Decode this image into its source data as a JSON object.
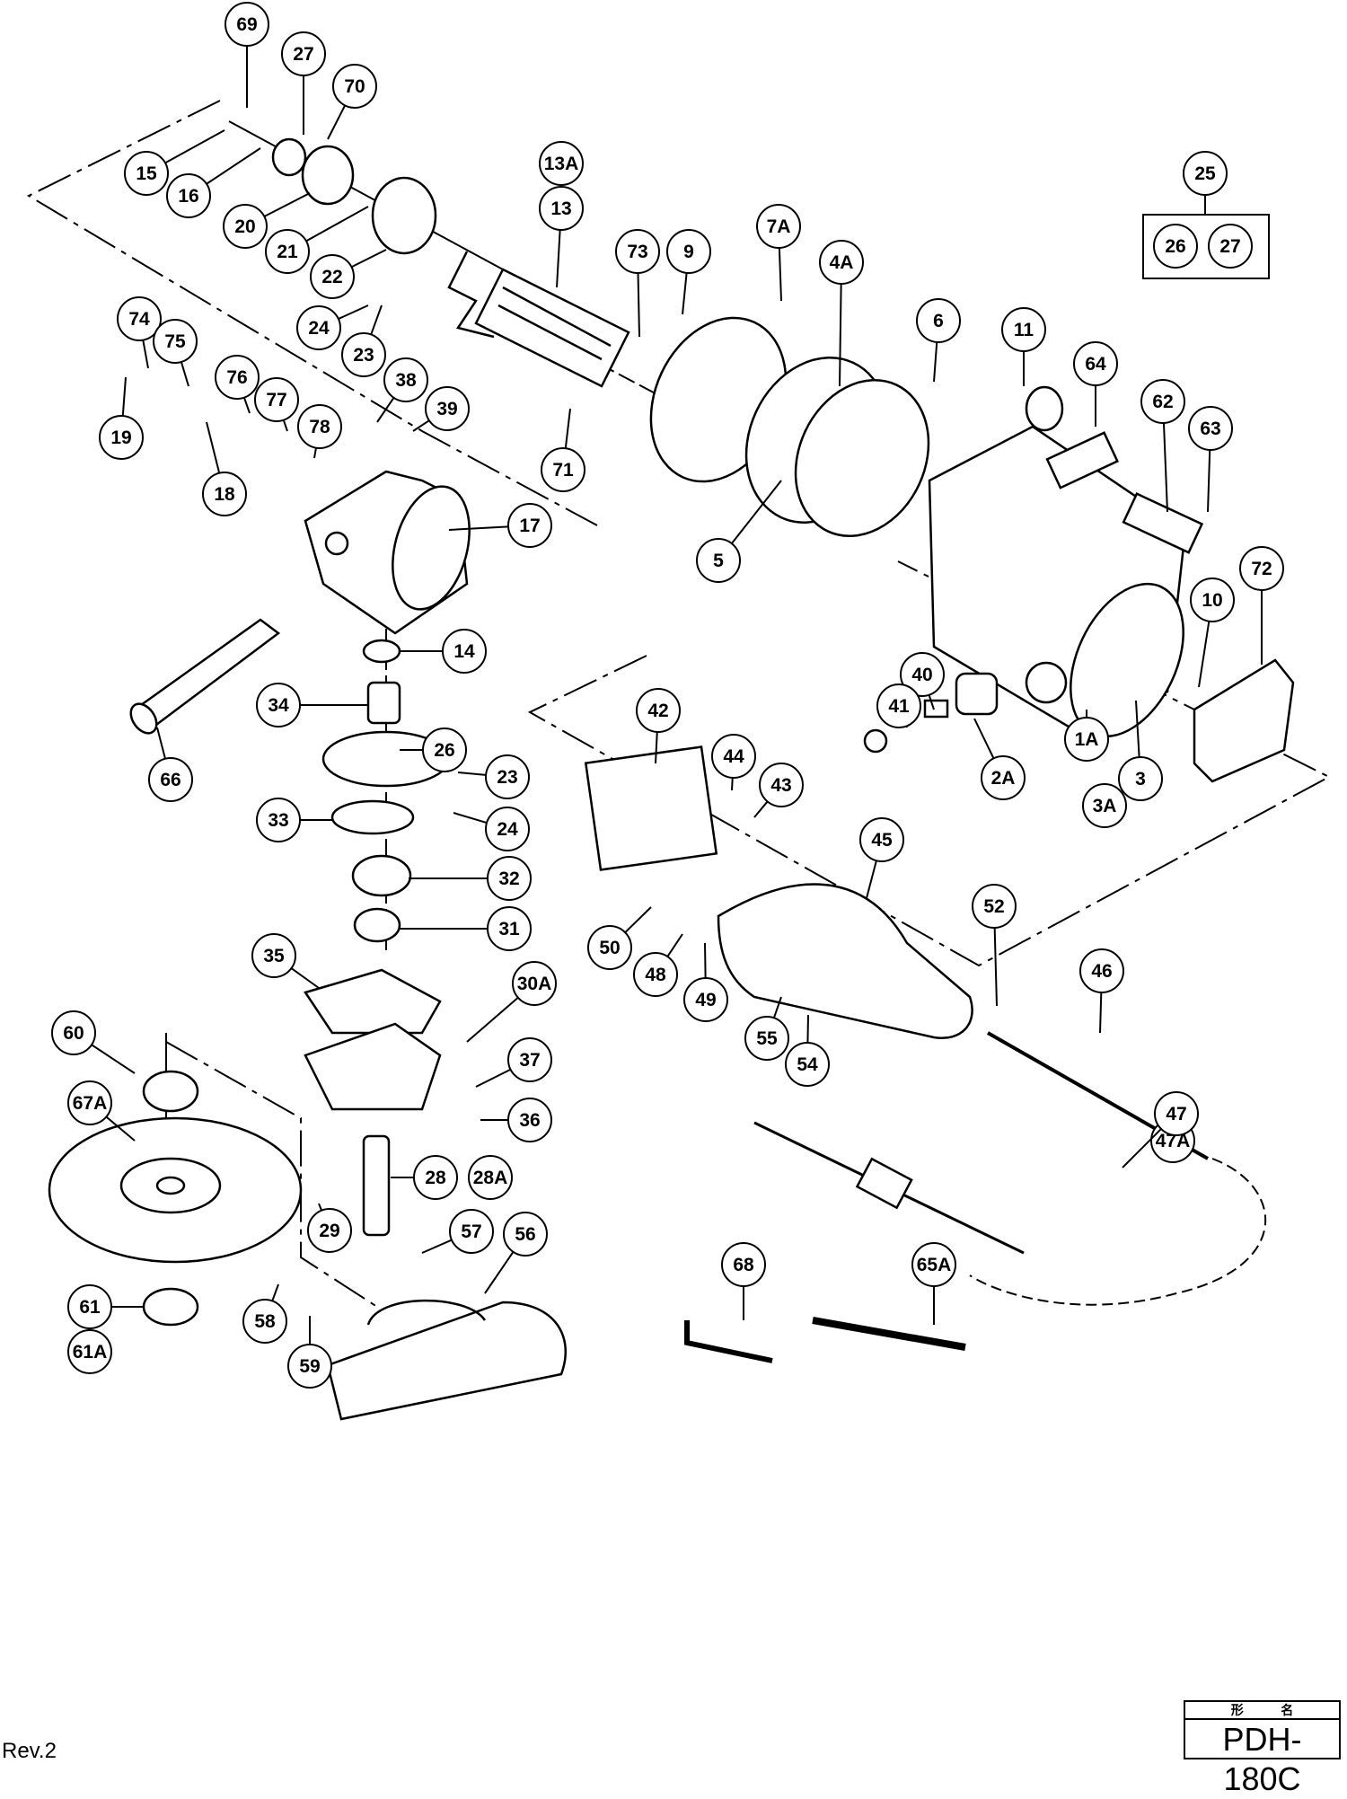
{
  "document": {
    "type": "exploded-parts-diagram",
    "revision": "Rev.2",
    "title_block": {
      "header_chars": [
        "形",
        "名"
      ],
      "model": "PDH-180C"
    }
  },
  "callouts": [
    {
      "label": "69"
    },
    {
      "label": "27"
    },
    {
      "label": "70"
    },
    {
      "label": "15"
    },
    {
      "label": "16"
    },
    {
      "label": "20"
    },
    {
      "label": "21"
    },
    {
      "label": "22"
    },
    {
      "label": "24"
    },
    {
      "label": "23"
    },
    {
      "label": "13A"
    },
    {
      "label": "13"
    },
    {
      "label": "73"
    },
    {
      "label": "9"
    },
    {
      "label": "7A"
    },
    {
      "label": "4A"
    },
    {
      "label": "6"
    },
    {
      "label": "11"
    },
    {
      "label": "64"
    },
    {
      "label": "62"
    },
    {
      "label": "63"
    },
    {
      "label": "25"
    },
    {
      "label": "26"
    },
    {
      "label": "27"
    },
    {
      "label": "74"
    },
    {
      "label": "75"
    },
    {
      "label": "76"
    },
    {
      "label": "77"
    },
    {
      "label": "78"
    },
    {
      "label": "19"
    },
    {
      "label": "18"
    },
    {
      "label": "38"
    },
    {
      "label": "39"
    },
    {
      "label": "71"
    },
    {
      "label": "5"
    },
    {
      "label": "17"
    },
    {
      "label": "14"
    },
    {
      "label": "34"
    },
    {
      "label": "26"
    },
    {
      "label": "66"
    },
    {
      "label": "23"
    },
    {
      "label": "24"
    },
    {
      "label": "33"
    },
    {
      "label": "32"
    },
    {
      "label": "31"
    },
    {
      "label": "35"
    },
    {
      "label": "30A"
    },
    {
      "label": "37"
    },
    {
      "label": "36"
    },
    {
      "label": "28"
    },
    {
      "label": "28A"
    },
    {
      "label": "29"
    },
    {
      "label": "57"
    },
    {
      "label": "56"
    },
    {
      "label": "60"
    },
    {
      "label": "67A"
    },
    {
      "label": "61"
    },
    {
      "label": "61A"
    },
    {
      "label": "58"
    },
    {
      "label": "59"
    },
    {
      "label": "72"
    },
    {
      "label": "10"
    },
    {
      "label": "1A"
    },
    {
      "label": "3"
    },
    {
      "label": "3A"
    },
    {
      "label": "40"
    },
    {
      "label": "41"
    },
    {
      "label": "2A"
    },
    {
      "label": "42"
    },
    {
      "label": "44"
    },
    {
      "label": "43"
    },
    {
      "label": "45"
    },
    {
      "label": "50"
    },
    {
      "label": "48"
    },
    {
      "label": "49"
    },
    {
      "label": "55"
    },
    {
      "label": "54"
    },
    {
      "label": "52"
    },
    {
      "label": "46"
    },
    {
      "label": "47A"
    },
    {
      "label": "47"
    },
    {
      "label": "68"
    },
    {
      "label": "65A"
    }
  ],
  "kit_group": {
    "parent": "25",
    "children": [
      "26",
      "27"
    ]
  }
}
